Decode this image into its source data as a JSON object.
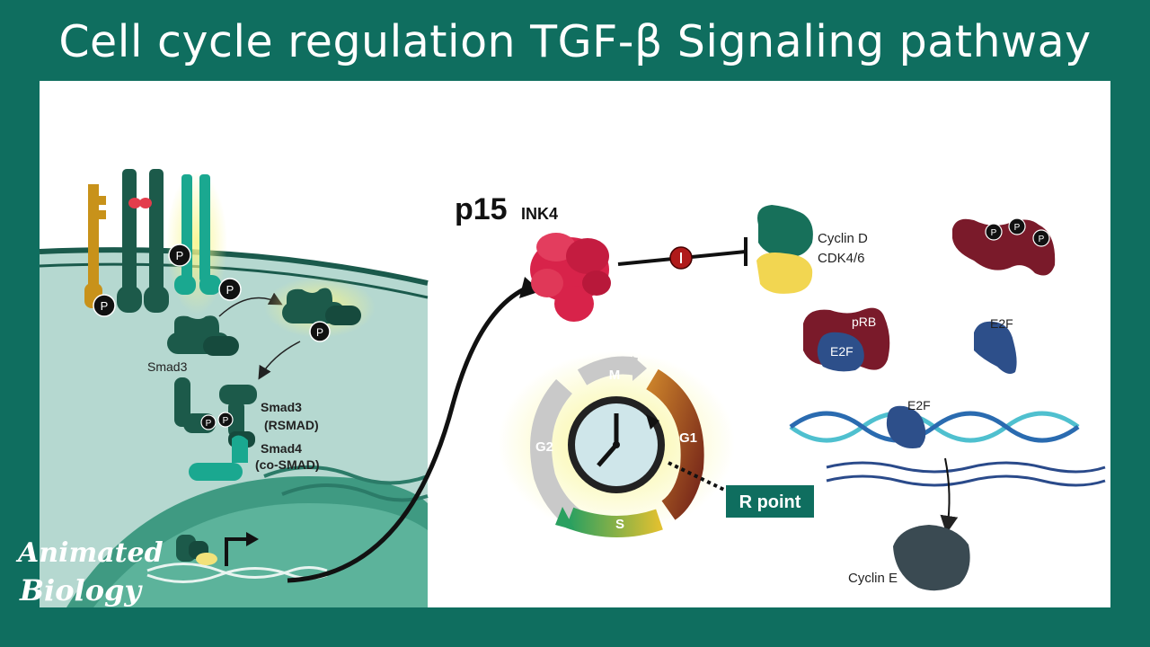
{
  "title": "Cell cycle regulation TGF-β Signaling pathway",
  "labels": {
    "phospho": "P",
    "smad3": "Smad3",
    "smad3_r": "Smad3",
    "rsmad": "(RSMAD)",
    "smad4": "Smad4",
    "cosmad": "(co-SMAD)",
    "p15": "p15",
    "ink4": "INK4",
    "cyclin_d": "Cyclin D",
    "cdk46": "CDK4/6",
    "prb": "pRB",
    "e2f_bound": "E2F",
    "e2f_free": "E2F",
    "e2f_dna": "E2F",
    "cyclin_e": "Cyclin E",
    "phase_m": "M",
    "phase_g1": "G1",
    "phase_s": "S",
    "phase_g2": "G2",
    "r_point": "R point"
  },
  "logo": {
    "line1": "Animated",
    "line2": "Biology"
  },
  "colors": {
    "background": "#0f6e5f",
    "cell": "#b5d8d0",
    "receptor_dark": "#1c5a4a",
    "receptor_light": "#1aa890",
    "receptor_gold": "#c8921a",
    "p15": "#d8234a",
    "cyclin_d": "#17705a",
    "cdk46": "#f2d651",
    "prb": "#7a1a2a",
    "e2f": "#2d4f8a",
    "cyclin_e": "#3a4a52",
    "r_point": "#0f6e5f"
  },
  "icons": [
    "clock-icon",
    "gene-promoter-arrow-icon",
    "inhibition-icon"
  ]
}
